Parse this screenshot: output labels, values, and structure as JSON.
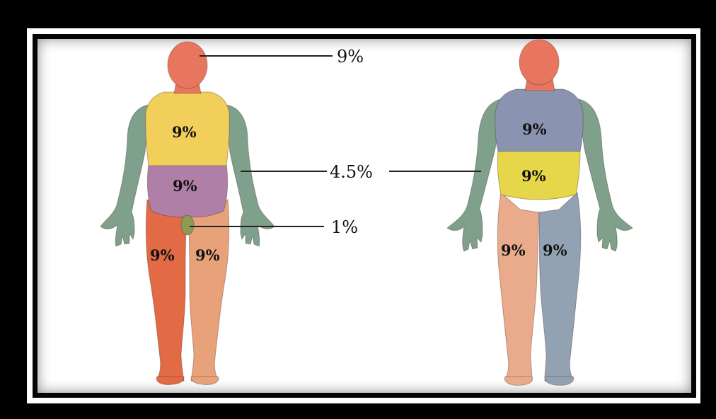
{
  "figure": {
    "front": {
      "head": "9%",
      "chest": "9%",
      "abdomen": "9%",
      "left_leg": "9%",
      "right_leg": "9%"
    },
    "back": {
      "upper_back": "9%",
      "lower_back": "9%",
      "left_leg": "9%",
      "right_leg": "9%"
    },
    "callouts": {
      "head": "9%",
      "arm": "4.5%",
      "genitals": "1%"
    }
  },
  "colors": {
    "head": "#e8765f",
    "chest": "#f2cf5a",
    "abdomen": "#b07fa7",
    "arms": "#7fa08a",
    "front_leg_left": "#e26a45",
    "front_leg_right": "#e8a27a",
    "upper_back": "#8a94b0",
    "lower_back": "#e6d64a",
    "back_leg_left": "#e9ab8c",
    "back_leg_right": "#93a2b2",
    "genitals": "#8c9a55"
  }
}
